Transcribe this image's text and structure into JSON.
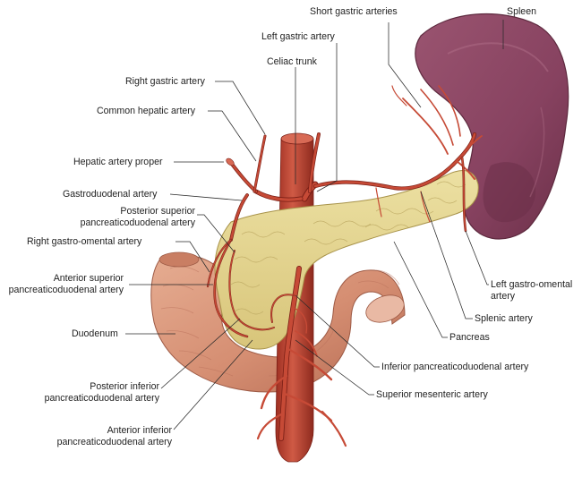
{
  "labels": {
    "short_gastric": "Short gastric arteries",
    "spleen": "Spleen",
    "left_gastric": "Left gastric artery",
    "celiac": "Celiac trunk",
    "right_gastric": "Right gastric artery",
    "common_hepatic": "Common hepatic artery",
    "hepatic_proper": "Hepatic artery proper",
    "gastroduodenal": "Gastroduodenal artery",
    "post_sup_1": "Posterior superior",
    "post_sup_2": "pancreaticoduodenal artery",
    "right_gastro_omental": "Right gastro-omental artery",
    "ant_sup_1": "Anterior superior",
    "ant_sup_2": "pancreaticoduodenal artery",
    "duodenum": "Duodenum",
    "post_inf_1": "Posterior inferior",
    "post_inf_2": "pancreaticoduodenal artery",
    "ant_inf_1": "Anterior inferior",
    "ant_inf_2": "pancreaticoduodenal artery",
    "left_gastro_omental_1": "Left gastro-omental",
    "left_gastro_omental_2": "artery",
    "splenic": "Splenic artery",
    "pancreas": "Pancreas",
    "inf_pancreaticoduodenal": "Inferior pancreaticoduodenal artery",
    "sup_mesenteric": "Superior mesenteric artery"
  },
  "colors": {
    "artery": "#b8402f",
    "artery_dark": "#7a1f16",
    "pancreas": "#e4d58e",
    "pancreas_dark": "#c2ad5a",
    "duodenum": "#d99a7e",
    "duodenum_dark": "#b9705a",
    "spleen": "#8a4660",
    "spleen_dark": "#5e2a3f"
  }
}
